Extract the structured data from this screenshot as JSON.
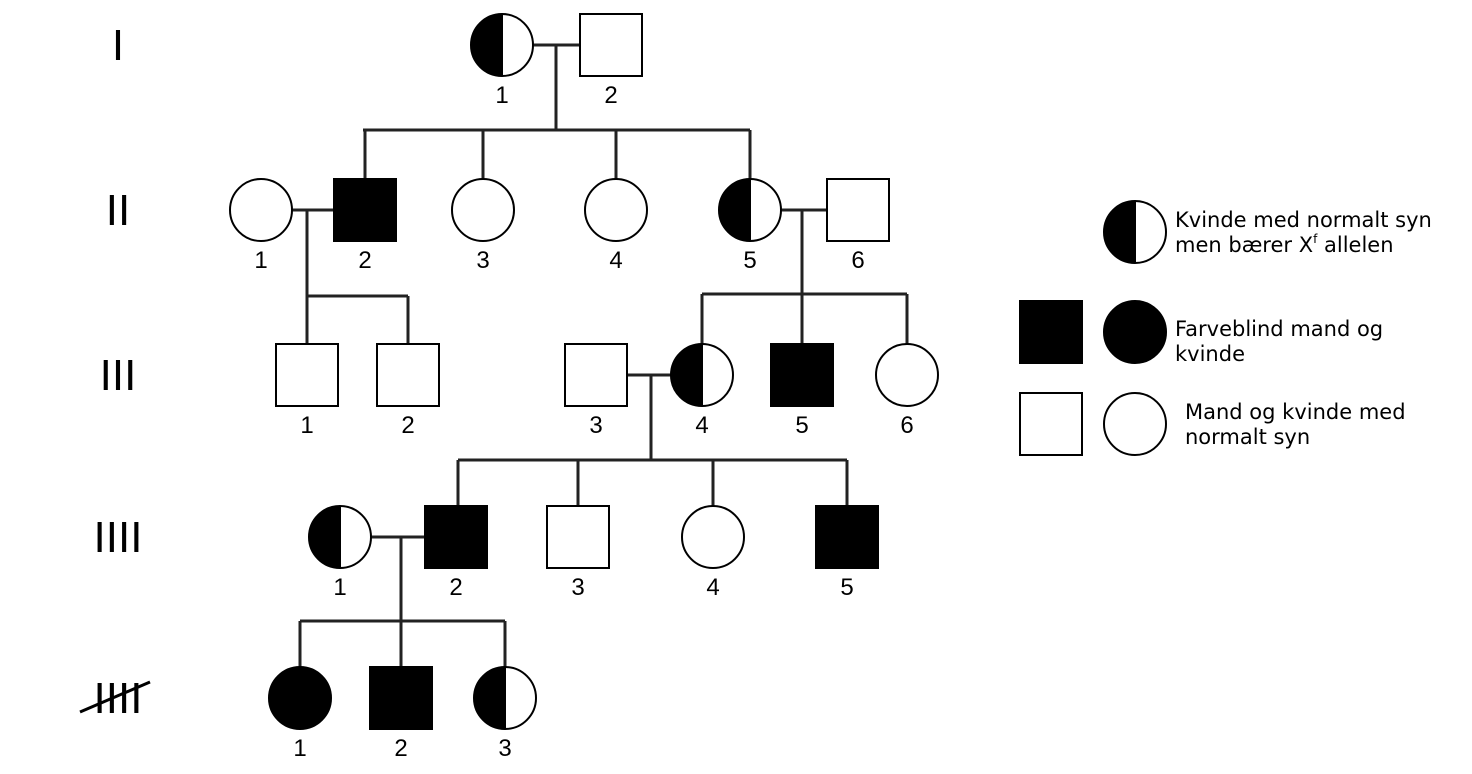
{
  "generations": [
    {
      "id": "I",
      "label": "I"
    },
    {
      "id": "II",
      "label": "II"
    },
    {
      "id": "III",
      "label": "III"
    },
    {
      "id": "IIII",
      "label": "IIII"
    },
    {
      "id": "V",
      "label": "IIII"
    }
  ],
  "individuals": [
    {
      "id": "I-1",
      "gen": "I",
      "num": "1",
      "sex": "female",
      "status": "carrier"
    },
    {
      "id": "I-2",
      "gen": "I",
      "num": "2",
      "sex": "male",
      "status": "normal"
    },
    {
      "id": "II-1",
      "gen": "II",
      "num": "1",
      "sex": "female",
      "status": "normal"
    },
    {
      "id": "II-2",
      "gen": "II",
      "num": "2",
      "sex": "male",
      "status": "affected"
    },
    {
      "id": "II-3",
      "gen": "II",
      "num": "3",
      "sex": "female",
      "status": "normal"
    },
    {
      "id": "II-4",
      "gen": "II",
      "num": "4",
      "sex": "female",
      "status": "normal"
    },
    {
      "id": "II-5",
      "gen": "II",
      "num": "5",
      "sex": "female",
      "status": "carrier"
    },
    {
      "id": "II-6",
      "gen": "II",
      "num": "6",
      "sex": "male",
      "status": "normal"
    },
    {
      "id": "III-1",
      "gen": "III",
      "num": "1",
      "sex": "male",
      "status": "normal"
    },
    {
      "id": "III-2",
      "gen": "III",
      "num": "2",
      "sex": "male",
      "status": "normal"
    },
    {
      "id": "III-3",
      "gen": "III",
      "num": "3",
      "sex": "male",
      "status": "normal"
    },
    {
      "id": "III-4",
      "gen": "III",
      "num": "4",
      "sex": "female",
      "status": "carrier"
    },
    {
      "id": "III-5",
      "gen": "III",
      "num": "5",
      "sex": "male",
      "status": "affected"
    },
    {
      "id": "III-6",
      "gen": "III",
      "num": "6",
      "sex": "female",
      "status": "normal"
    },
    {
      "id": "IV-1",
      "gen": "IIII",
      "num": "1",
      "sex": "female",
      "status": "carrier"
    },
    {
      "id": "IV-2",
      "gen": "IIII",
      "num": "2",
      "sex": "male",
      "status": "affected"
    },
    {
      "id": "IV-3",
      "gen": "IIII",
      "num": "3",
      "sex": "male",
      "status": "normal"
    },
    {
      "id": "IV-4",
      "gen": "IIII",
      "num": "4",
      "sex": "female",
      "status": "normal"
    },
    {
      "id": "IV-5",
      "gen": "IIII",
      "num": "5",
      "sex": "male",
      "status": "affected"
    },
    {
      "id": "V-1",
      "gen": "V",
      "num": "1",
      "sex": "female",
      "status": "affected"
    },
    {
      "id": "V-2",
      "gen": "V",
      "num": "2",
      "sex": "male",
      "status": "affected"
    },
    {
      "id": "V-3",
      "gen": "V",
      "num": "3",
      "sex": "female",
      "status": "carrier"
    }
  ],
  "legend": {
    "carrier_line1": "Kvinde med normalt syn",
    "carrier_line2_prefix": "men bærer X",
    "carrier_superscript": "f",
    "carrier_line2_suffix": " allelen",
    "affected_line1": "Farveblind mand og",
    "affected_line2": "kvinde",
    "normal_line1": "Mand og kvinde med",
    "normal_line2": "normalt syn"
  },
  "colors": {
    "affected": "#000000",
    "normal": "#ffffff",
    "line": "#222222"
  }
}
